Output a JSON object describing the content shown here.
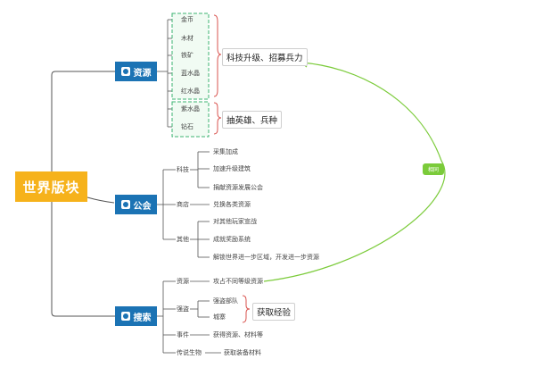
{
  "root": {
    "label": "世界版块"
  },
  "branches": {
    "resources": {
      "label": "资源",
      "items": [
        "金币",
        "木材",
        "铁矿",
        "蓝水晶",
        "红水晶",
        "紫水晶",
        "钻石"
      ]
    },
    "guild": {
      "label": "公会",
      "groups": [
        {
          "label": "科技",
          "items": [
            "采集加成",
            "加速升级建筑",
            "捐献资源发展公会"
          ]
        },
        {
          "label": "商店",
          "items": [
            "兑换各类资源"
          ]
        },
        {
          "label": "其他",
          "items": [
            "对其他玩家宣战",
            "成就奖励系统",
            "解锁世界进一步区域，开发进一步资源"
          ]
        }
      ]
    },
    "search": {
      "label": "搜索",
      "groups": [
        {
          "label": "资源",
          "items": [
            "攻占不同等级资源"
          ]
        },
        {
          "label": "强盗",
          "items": [
            "强盗部队",
            "城寨"
          ]
        },
        {
          "label": "事件",
          "items": [
            "获得资源、材料等"
          ]
        },
        {
          "label": "传说生物",
          "items": [
            "获取装备材料"
          ]
        }
      ]
    }
  },
  "callouts": {
    "tech_upgrade": "科技升级、招募兵力",
    "draw_heroes": "抽英雄、兵种",
    "gain_exp": "获取经验"
  },
  "relation": {
    "label": "相同"
  },
  "colors": {
    "root": "#f6b21b",
    "branch": "#1b73b4",
    "connector": "#555555",
    "bracket": "#d9534f",
    "relation": "#7bcb3a",
    "dashed_box": "#3cb371"
  }
}
